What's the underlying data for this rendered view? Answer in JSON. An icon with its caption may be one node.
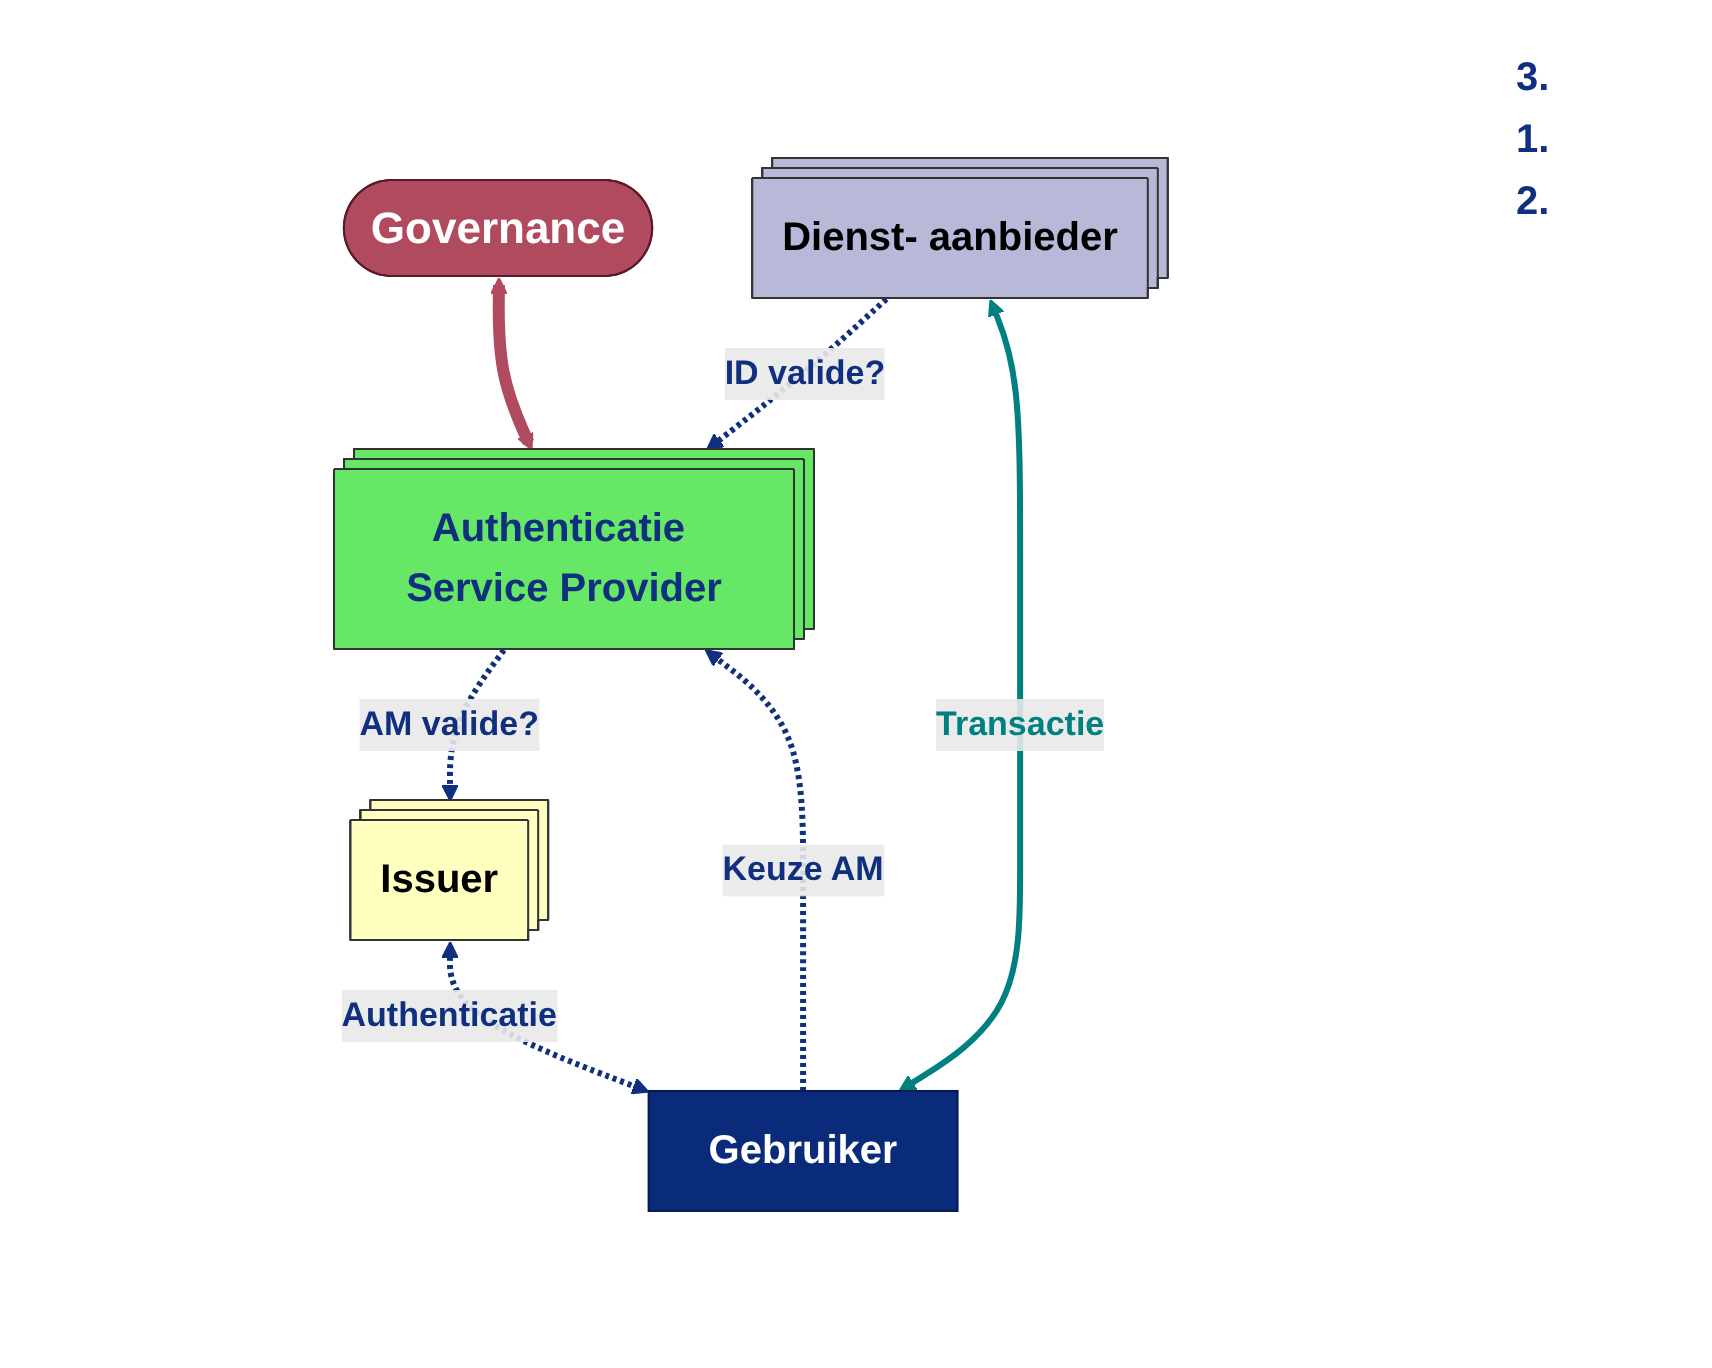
{
  "diagram": {
    "nodes": [
      {
        "text": [
          "Governance"
        ]
      },
      {
        "text": [
          "Issuer"
        ]
      },
      {
        "text": [
          "Authenticatie Service Provider"
        ]
      },
      {
        "text": [
          "Dienst- aanbieder"
        ]
      },
      {
        "text": [
          "Gebruiker"
        ]
      }
    ],
    "edges": [
      {
        "from": 0,
        "to": 2,
        "arrow": "both",
        "style": "thick",
        "color": "#b04a5e"
      },
      {
        "from": 3,
        "to": 2,
        "arrow": "to",
        "style": "dashed",
        "label": "ID valide?"
      },
      {
        "from": 4,
        "to": 2,
        "arrow": "to",
        "style": "dashed",
        "label": "Keuze AM"
      },
      {
        "from": 2,
        "to": 1,
        "arrow": "to",
        "style": "dashed",
        "label": "AM valide?"
      },
      {
        "from": 1,
        "to": 4,
        "arrow": "both",
        "style": "dashed",
        "label": "Authenticatie"
      },
      {
        "from": 3,
        "to": 4,
        "arrow": "both",
        "color": "#008080",
        "label": "Transactie"
      }
    ],
    "labels": [
      "3.",
      "1.",
      "2."
    ]
  }
}
